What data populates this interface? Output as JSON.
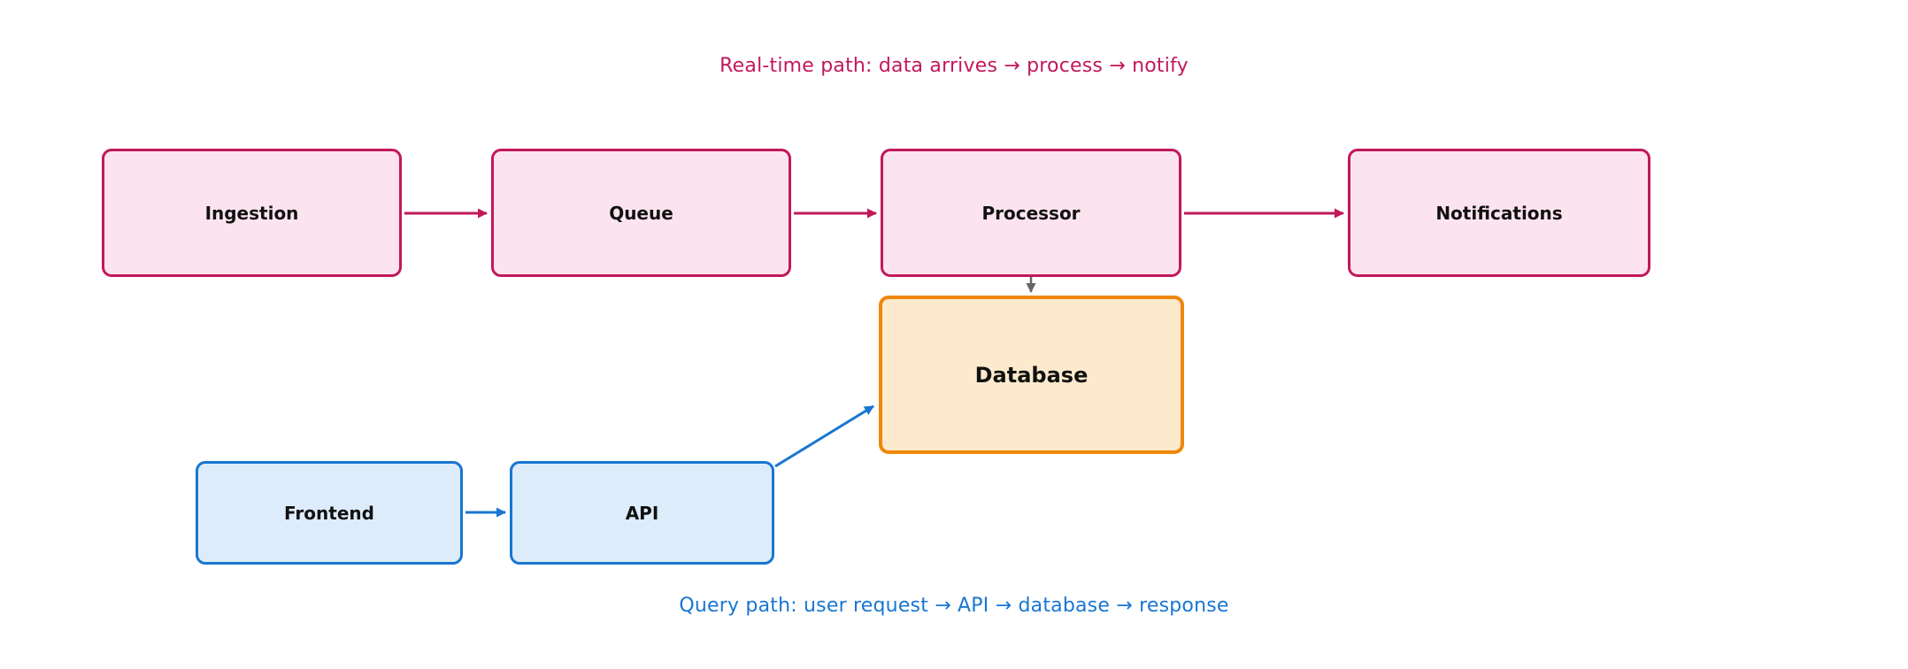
{
  "diagram": {
    "titles": {
      "realtime": "Real-time path: data arrives → process → notify",
      "query": "Query path: user request → API → database → response"
    },
    "nodes": {
      "ingestion": {
        "label": "Ingestion"
      },
      "queue": {
        "label": "Queue"
      },
      "processor": {
        "label": "Processor"
      },
      "notifications": {
        "label": "Notifications"
      },
      "database": {
        "label": "Database"
      },
      "frontend": {
        "label": "Frontend"
      },
      "api": {
        "label": "API"
      }
    },
    "edges": [
      {
        "from": "Ingestion",
        "to": "Queue",
        "color": "#c2185b"
      },
      {
        "from": "Queue",
        "to": "Processor",
        "color": "#c2185b"
      },
      {
        "from": "Processor",
        "to": "Notifications",
        "color": "#c2185b"
      },
      {
        "from": "Processor",
        "to": "Database",
        "color": "#666666"
      },
      {
        "from": "Frontend",
        "to": "API",
        "color": "#1976d2"
      },
      {
        "from": "API",
        "to": "Database",
        "color": "#1976d2"
      }
    ],
    "colors": {
      "pink_fill": "#fce4ef",
      "pink_border": "#c2185b",
      "orange_fill": "#fdeacc",
      "orange_border": "#ef8709",
      "blue_fill": "#ddecfa",
      "blue_border": "#1976d2",
      "gray_arrow": "#666666",
      "realtime_title": "#c2185b",
      "query_title": "#1976d2"
    }
  }
}
